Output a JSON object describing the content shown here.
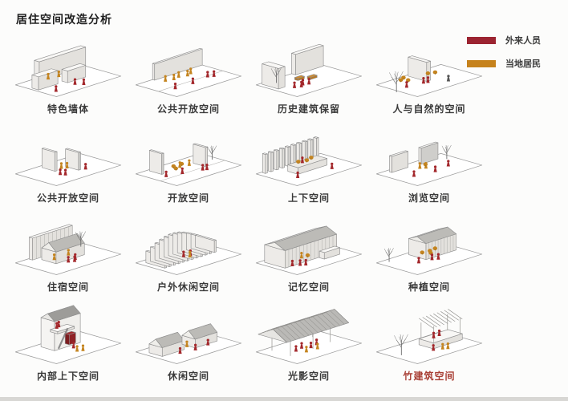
{
  "title": "居住空间改造分析",
  "legend": {
    "items": [
      {
        "label": "外来人员",
        "color": "#9c2431"
      },
      {
        "label": "当地居民",
        "color": "#c6821c"
      }
    ]
  },
  "colors": {
    "visitor": "#a3272b",
    "local": "#c4841f",
    "line": "#8f8f8f",
    "highlight_label": "#a94036"
  },
  "cells": [
    {
      "label": "特色墙体",
      "scene": "feature-walls"
    },
    {
      "label": "公共开放空间",
      "scene": "public-open-wall"
    },
    {
      "label": "历史建筑保留",
      "scene": "historic-walls"
    },
    {
      "label": "人与自然的空间",
      "scene": "nature-space"
    },
    {
      "label": "公共开放空间",
      "scene": "twin-panels"
    },
    {
      "label": "开放空间",
      "scene": "open-panels"
    },
    {
      "label": "上下空间",
      "scene": "split-level"
    },
    {
      "label": "浏览空间",
      "scene": "browse-panels"
    },
    {
      "label": "住宿空间",
      "scene": "gable-house"
    },
    {
      "label": "户外休闲空间",
      "scene": "slat-pavilion"
    },
    {
      "label": "记忆空间",
      "scene": "memory-barn"
    },
    {
      "label": "种植空间",
      "scene": "planting-house"
    },
    {
      "label": "内部上下空间",
      "scene": "interior-stairs"
    },
    {
      "label": "休闲空间",
      "scene": "twin-gables"
    },
    {
      "label": "光影空间",
      "scene": "light-canopy"
    },
    {
      "label": "竹建筑空间",
      "scene": "bamboo-frame",
      "label_color": "#a94036"
    }
  ]
}
